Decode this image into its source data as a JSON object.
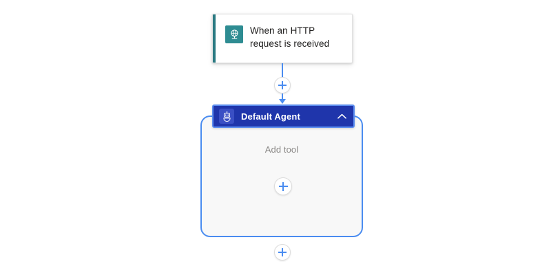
{
  "canvas": {
    "background": "#ffffff",
    "accent_blue": "#4a8cf0",
    "agent_navy": "#1f35ab",
    "trigger_teal": "#2e8c92",
    "muted_text": "#8a8886"
  },
  "trigger": {
    "title": "When an HTTP request is received",
    "icon": "http-request-globe-icon",
    "accent_color": "#2b7a82"
  },
  "connector_top": {
    "plus_label": "+",
    "icon": "plus-icon"
  },
  "agent": {
    "title": "Default Agent",
    "icon": "agent-robot-icon",
    "collapse_icon": "chevron-up-icon",
    "header_color": "#1f35ab",
    "body": {
      "add_tool_label": "Add tool",
      "add_tool_icon": "plus-icon"
    }
  },
  "connector_bottom": {
    "plus_label": "+",
    "icon": "plus-icon"
  }
}
